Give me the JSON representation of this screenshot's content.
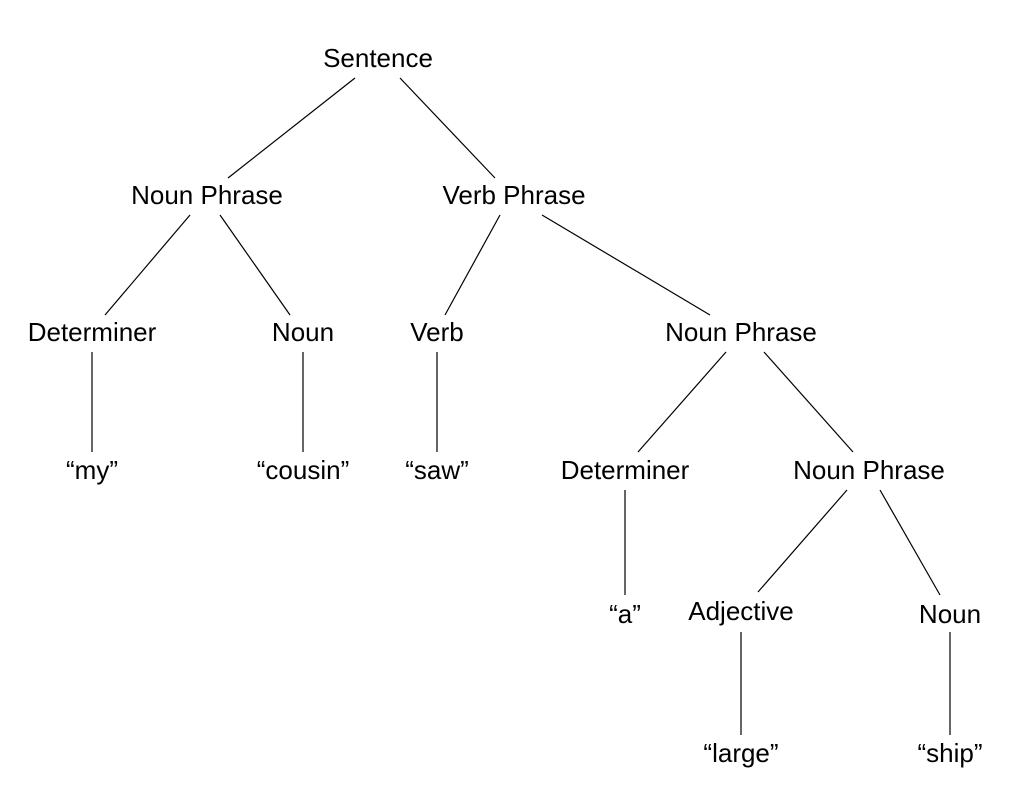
{
  "tree": {
    "sentence": "Sentence",
    "subject_np": "Noun Phrase",
    "subject_det": "Determiner",
    "subject_det_word": "“my”",
    "subject_noun": "Noun",
    "subject_noun_word": "“cousin”",
    "vp": "Verb Phrase",
    "verb": "Verb",
    "verb_word": "“saw”",
    "object_np": "Noun Phrase",
    "object_det": "Determiner",
    "object_det_word": "“a”",
    "inner_np": "Noun Phrase",
    "adjective": "Adjective",
    "adjective_word": "“large”",
    "inner_noun": "Noun",
    "inner_noun_word": "“ship”"
  }
}
